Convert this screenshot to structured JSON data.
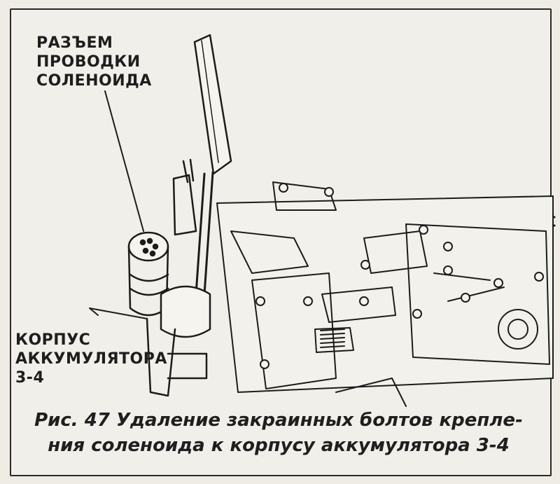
{
  "figure": {
    "labels": {
      "solenoid_connector": [
        "РАЗЪЕМ",
        "ПРОВОДКИ",
        "СОЛЕНОИДА"
      ],
      "accumulator_housing": [
        "КОРПУС",
        "АККУМУЛЯТОРА",
        "3-4"
      ]
    },
    "caption": [
      "Рис. 47 Удаление закраинных болтов крепле-",
      "ния соленоида к корпусу аккумулятора 3-4"
    ]
  }
}
